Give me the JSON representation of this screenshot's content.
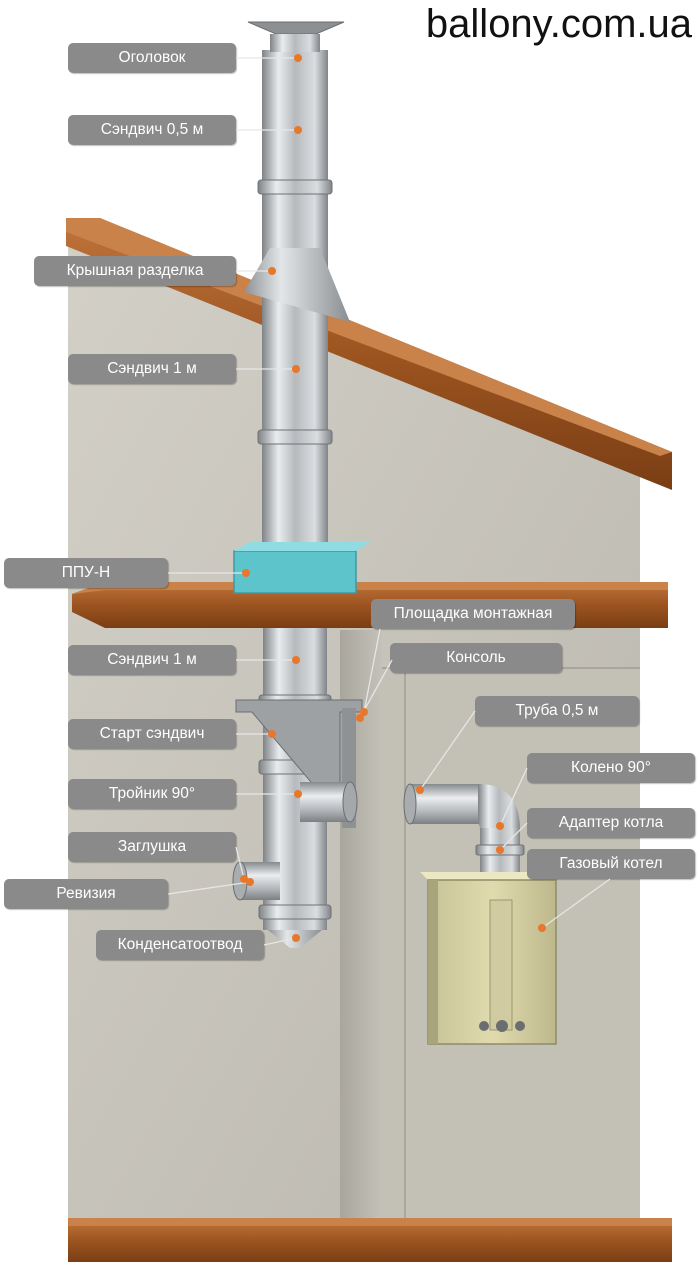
{
  "site": "ballony.com.ua",
  "colors": {
    "label_bg": "#8a8a8a",
    "label_text": "#ffffff",
    "marker": "#e8762b",
    "wood": "#a0561f",
    "wall": "#c9c6bd",
    "steel": "#b9bcbe",
    "insulation": "#58c0c8",
    "boiler": "#d7d2a3"
  },
  "labels": {
    "cap": "Оголовок",
    "sandwich_05": "Сэндвич 0,5 м",
    "roof_pass": "Крышная разделка",
    "sandwich_1_upper": "Сэндвич 1 м",
    "ppu": "ППУ-Н",
    "sandwich_1_lower": "Сэндвич 1 м",
    "platform": "Площадка монтажная",
    "console": "Консоль",
    "pipe_05": "Труба 0,5 м",
    "start_sandwich": "Старт сэндвич",
    "tee_90": "Тройник 90°",
    "elbow_90": "Колено 90°",
    "boiler_adapter": "Адаптер котла",
    "plug": "Заглушка",
    "gas_boiler": "Газовый котел",
    "revision": "Ревизия",
    "condensate": "Конденсатоотвод"
  }
}
